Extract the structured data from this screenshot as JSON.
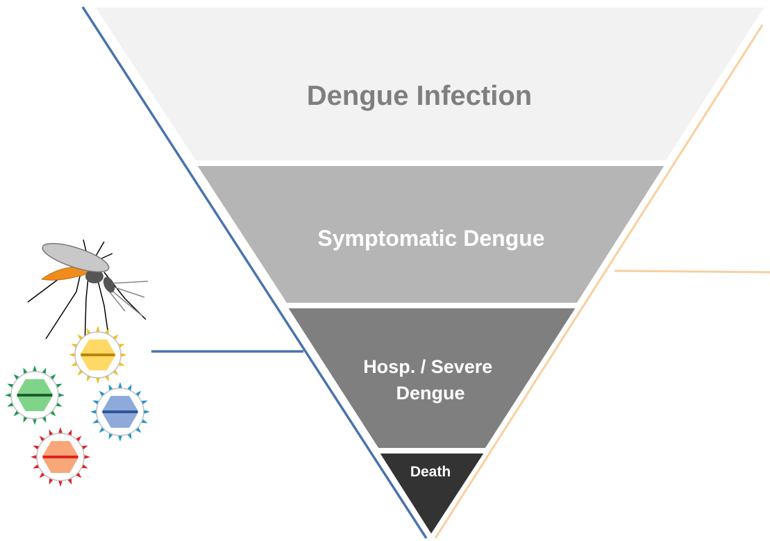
{
  "pyramid": {
    "levels": [
      {
        "label_lines": [
          "Dengue Infection"
        ],
        "fill": "#f2f2f2",
        "text_color": "#7f7f7f"
      },
      {
        "label_lines": [
          "Symptomatic Dengue"
        ],
        "fill": "#b5b5b5",
        "text_color": "#ffffff"
      },
      {
        "label_lines": [
          "Hosp. / Severe",
          "Dengue"
        ],
        "fill": "#7f7f7f",
        "text_color": "#ffffff"
      },
      {
        "label_lines": [
          "Death"
        ],
        "fill": "#333333",
        "text_color": "#ffffff"
      }
    ]
  },
  "colors": {
    "left_line": "#4a73ad",
    "right_line": "#f9cf9f",
    "mosquito_body": "#c8c8c8",
    "mosquito_abdomen": "#f08c1e",
    "mosquito_head": "#555555"
  },
  "virions": [
    {
      "name": "virion-yellow",
      "spike_color": "#f0c020",
      "core_color": "#ffd966",
      "bar_color": "#b8860b"
    },
    {
      "name": "virion-green",
      "spike_color": "#1a9850",
      "core_color": "#7fd48a",
      "bar_color": "#1e5f2e"
    },
    {
      "name": "virion-blue",
      "spike_color": "#1f97c8",
      "core_color": "#8eaadb",
      "bar_color": "#2f5597"
    },
    {
      "name": "virion-red",
      "spike_color": "#e02020",
      "core_color": "#f8a878",
      "bar_color": "#e02020"
    }
  ]
}
